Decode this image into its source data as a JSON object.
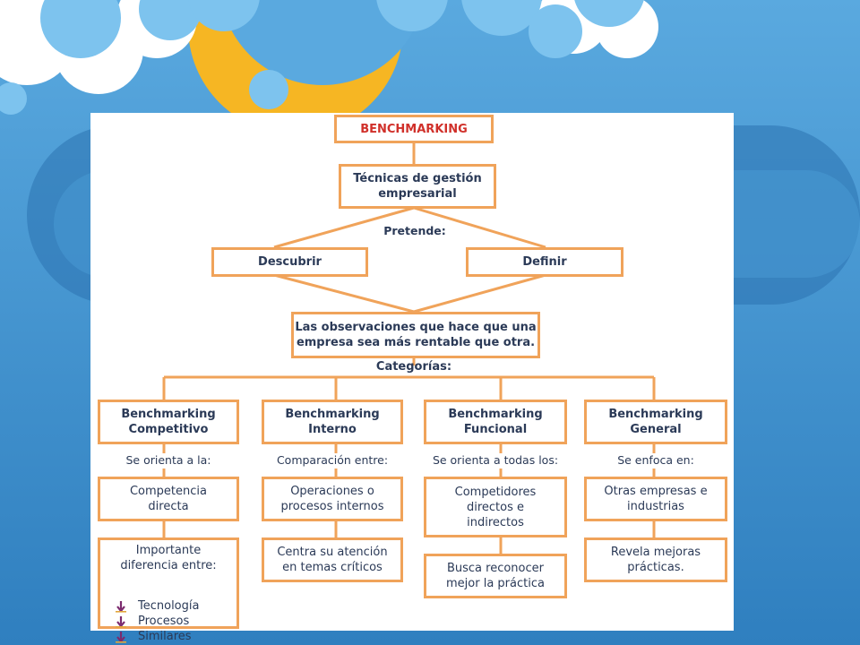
{
  "diagram": {
    "root": "BENCHMARKING",
    "level1": "Técnicas de gestión\nempresarial",
    "pretende_label": "Pretende:",
    "descubrir": "Descubrir",
    "definir": "Definir",
    "observaciones": "Las observaciones que hace que una\nempresa sea más rentable que otra.",
    "categorias_label": "Categorías:",
    "categories": [
      {
        "title": "Benchmarking\nCompetitivo",
        "connector": "Se orienta a la:",
        "box1": "Competencia\ndirecta",
        "box2_title": "Importante\ndiferencia entre:",
        "box2_items": [
          "Tecnología",
          "Procesos",
          "Similares"
        ]
      },
      {
        "title": "Benchmarking\nInterno",
        "connector": "Comparación entre:",
        "box1": "Operaciones o\nprocesos internos",
        "box2": "Centra su atención\nen temas críticos"
      },
      {
        "title": "Benchmarking\nFuncional",
        "connector": "Se orienta a todas los:",
        "box1": "Competidores\ndirectos e\nindirectos",
        "box2": "Busca reconocer\nmejor la práctica"
      },
      {
        "title": "Benchmarking\nGeneral",
        "connector": "Se enfoca en:",
        "box1": "Otras empresas e\nindustrias",
        "box2": "Revela mejoras\nprácticas."
      }
    ]
  },
  "colors": {
    "background": "#3f8fc8",
    "box_border": "#f0a35a",
    "text": "#2b3a57",
    "root_text": "#d0302a",
    "bullet_arrow": "#7b2a6e"
  }
}
